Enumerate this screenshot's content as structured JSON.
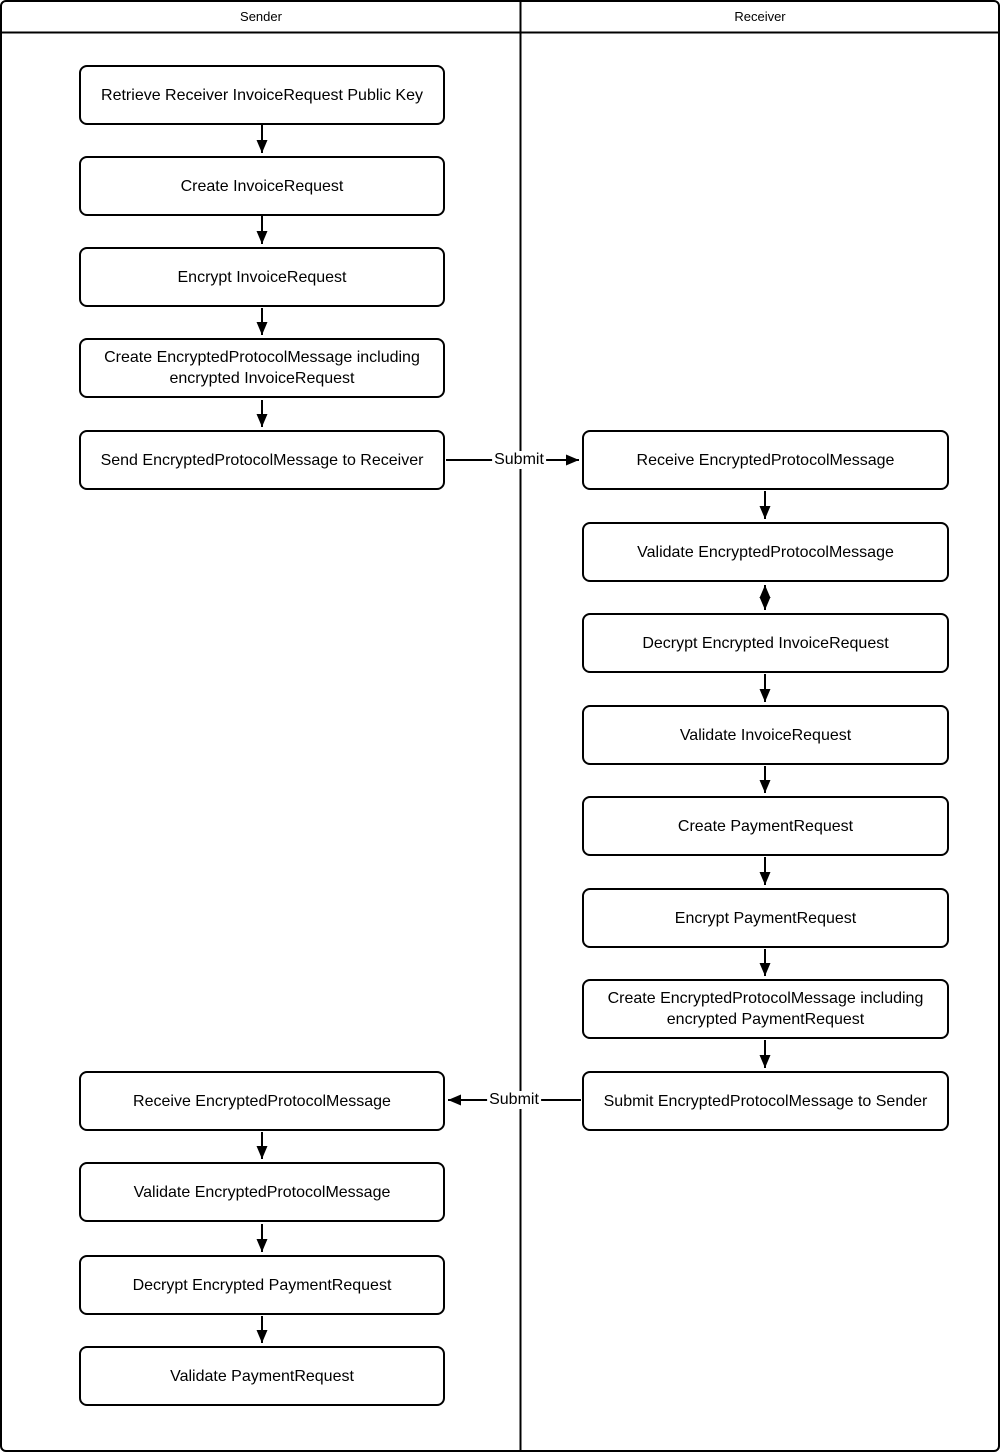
{
  "lanes": {
    "sender": {
      "label": "Sender"
    },
    "receiver": {
      "label": "Receiver"
    }
  },
  "sender_boxes": [
    {
      "label": "Retrieve Receiver InvoiceRequest Public Key"
    },
    {
      "label": "Create InvoiceRequest"
    },
    {
      "label": "Encrypt InvoiceRequest"
    },
    {
      "label": "Create EncryptedProtocolMessage including encrypted InvoiceRequest"
    },
    {
      "label": "Send EncryptedProtocolMessage to Receiver"
    },
    {
      "label": "Receive EncryptedProtocolMessage"
    },
    {
      "label": "Validate EncryptedProtocolMessage"
    },
    {
      "label": "Decrypt Encrypted PaymentRequest"
    },
    {
      "label": "Validate PaymentRequest"
    }
  ],
  "receiver_boxes": [
    {
      "label": "Receive EncryptedProtocolMessage"
    },
    {
      "label": "Validate EncryptedProtocolMessage"
    },
    {
      "label": "Decrypt Encrypted InvoiceRequest"
    },
    {
      "label": "Validate InvoiceRequest"
    },
    {
      "label": "Create PaymentRequest"
    },
    {
      "label": "Encrypt PaymentRequest"
    },
    {
      "label": "Create EncryptedProtocolMessage including encrypted PaymentRequest"
    },
    {
      "label": "Submit EncryptedProtocolMessage to Sender"
    }
  ],
  "connectors": {
    "submit_to_receiver": {
      "label": "Submit"
    },
    "submit_to_sender": {
      "label": "Submit"
    }
  },
  "colors": {
    "line": "#000000",
    "background": "#ffffff"
  }
}
